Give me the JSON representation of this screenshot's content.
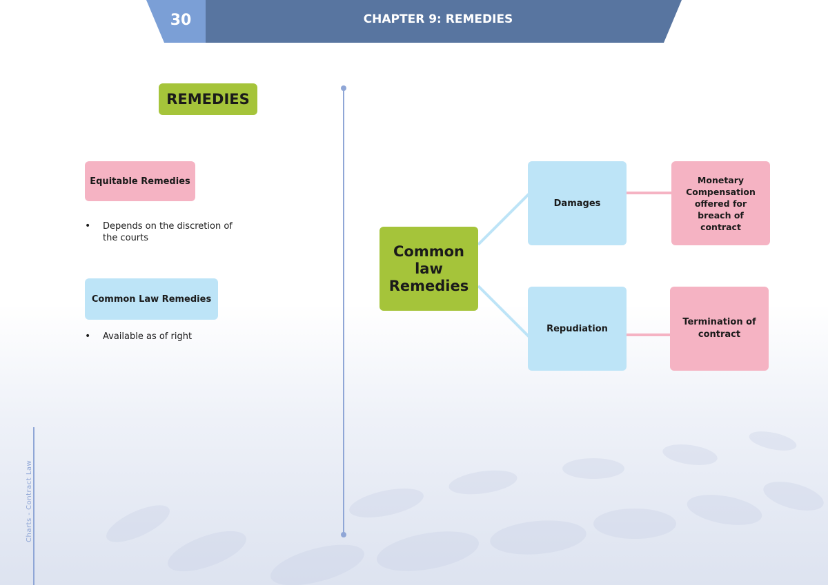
{
  "header": {
    "page_number": "30",
    "chapter_title": "CHAPTER 9: REMEDIES"
  },
  "side_label": "Charts - Contract Law",
  "left_panel": {
    "title": "REMEDIES",
    "equitable": {
      "label": "Equitable Remedies",
      "bullet": "Depends on the discretion of the courts"
    },
    "common_law": {
      "label": "Common Law Remedies",
      "bullet": "Available as of right"
    }
  },
  "diagram": {
    "root": "Common law Remedies",
    "branches": [
      {
        "label": "Damages",
        "outcome": "Monetary Compensation offered for breach of contract"
      },
      {
        "label": "Repudiation",
        "outcome": "Termination of contract"
      }
    ]
  },
  "colors": {
    "header_blue": "#5875a0",
    "page_number_blue": "#7b9fd6",
    "green": "#a5c43a",
    "pink": "#f5b3c3",
    "light_blue": "#bde4f7",
    "divider": "#8fa6d6"
  }
}
